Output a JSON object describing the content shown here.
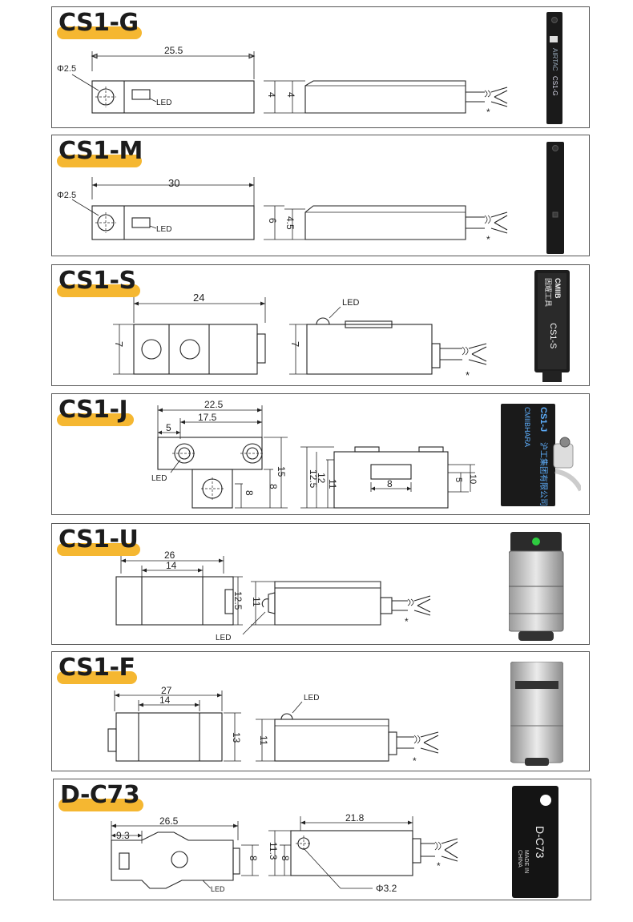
{
  "models": [
    {
      "name": "CS1-G",
      "dims": {
        "length": "25.5",
        "hole": "Φ2.5",
        "height_front": "4",
        "height_side": "4"
      },
      "led": "LED",
      "cable_mark": "*",
      "photo": {
        "brand": "AIRTAC",
        "model": "CS1-G"
      }
    },
    {
      "name": "CS1-M",
      "dims": {
        "length": "30",
        "hole": "Φ2.5",
        "height_front": "6",
        "height_side": "4.5"
      },
      "led": "LED",
      "cable_mark": "*"
    },
    {
      "name": "CS1-S",
      "dims": {
        "length": "24",
        "height_front": "7",
        "height_side": "7"
      },
      "led": "LED",
      "cable_mark": "*",
      "photo": {
        "brand": "CMIIB",
        "maker": "固耀工具",
        "model": "CS1-S"
      }
    },
    {
      "name": "CS1-J",
      "dims": {
        "total": "22.5",
        "mid": "17.5",
        "offset": "5",
        "h15": "15",
        "h8": "8",
        "h8b": "8",
        "h12_5": "12.5",
        "h12": "12",
        "h11": "11",
        "w8": "8",
        "h5": "5",
        "h10": "10"
      },
      "led": "LED",
      "photo": {
        "brand": "CMIIBHARA",
        "model": "CS1-J",
        "maker": "沪工集团有限公司"
      }
    },
    {
      "name": "CS1-U",
      "dims": {
        "length": "26",
        "inner": "14",
        "h12_5": "12.5",
        "h11": "11"
      },
      "led": "LED",
      "cable_mark": "*"
    },
    {
      "name": "CS1-F",
      "dims": {
        "length": "27",
        "inner": "14",
        "h13": "13",
        "h11": "11"
      },
      "led": "LED",
      "cable_mark": "*"
    },
    {
      "name": "D-C73",
      "dims": {
        "length": "26.5",
        "offset": "9.3",
        "h8": "8",
        "side_length": "21.8",
        "h11_3": "11.3",
        "h8s": "8",
        "hole": "Φ3.2"
      },
      "led": "LED",
      "cable_mark": "*",
      "photo": {
        "model": "D-C73",
        "made_in": "MADE IN",
        "country": "CHINA"
      }
    }
  ],
  "colors": {
    "title_highlight": "#f5b731",
    "panel_border": "#555555",
    "sensor_dark": "#1a1a1a",
    "led_green": "#2ecc40"
  }
}
